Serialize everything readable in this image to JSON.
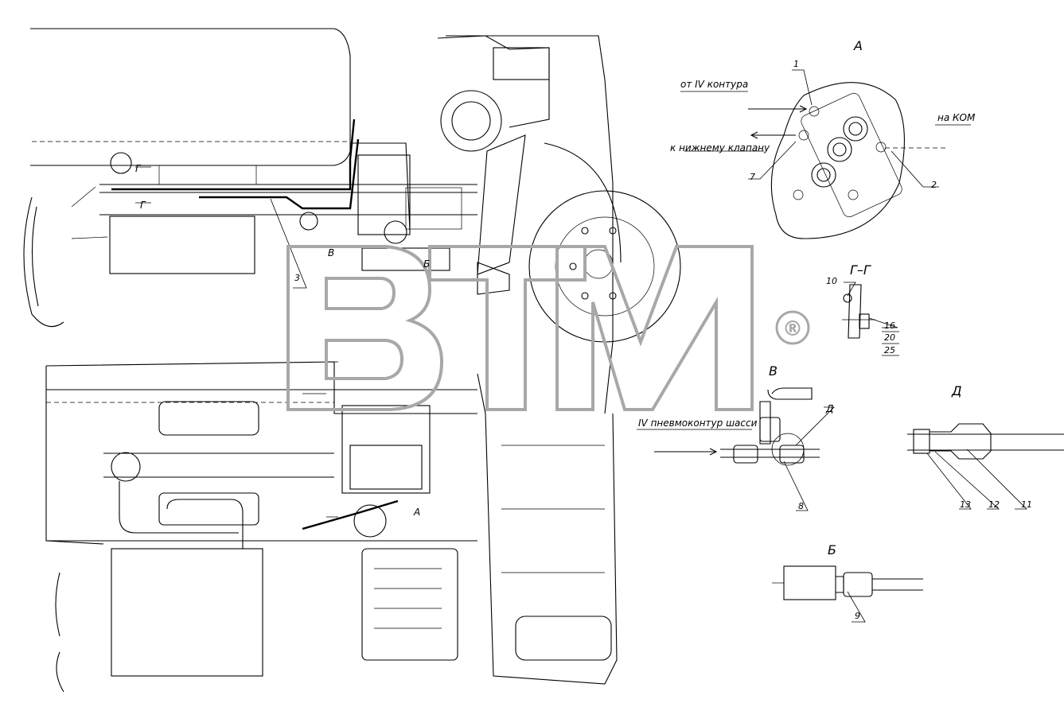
{
  "views": {
    "a": "А",
    "b": "Б",
    "v": "В",
    "g": "Г–Г",
    "d": "Д"
  },
  "main_markers": {
    "a": "А",
    "b": "Б",
    "v": "В",
    "g1": "Г",
    "g2": "Г",
    "d": "Д"
  },
  "annotations": {
    "from_circuit": "от IV контура",
    "to_kom": "на КОМ",
    "to_lower_valve": "к нижнему клапану",
    "chassis_circuit": "IV пневмоконтур шасси"
  },
  "callouts": {
    "c1": "1",
    "c2": "2",
    "c3": "3",
    "c7": "7",
    "c8": "8",
    "c9": "9",
    "c10": "10",
    "c11": "11",
    "c12": "12",
    "c13": "13",
    "c16": "16",
    "c20": "20",
    "c25": "25"
  },
  "watermark": {
    "text": "BTM",
    "registered": "®",
    "color": "#a8a8a8"
  }
}
